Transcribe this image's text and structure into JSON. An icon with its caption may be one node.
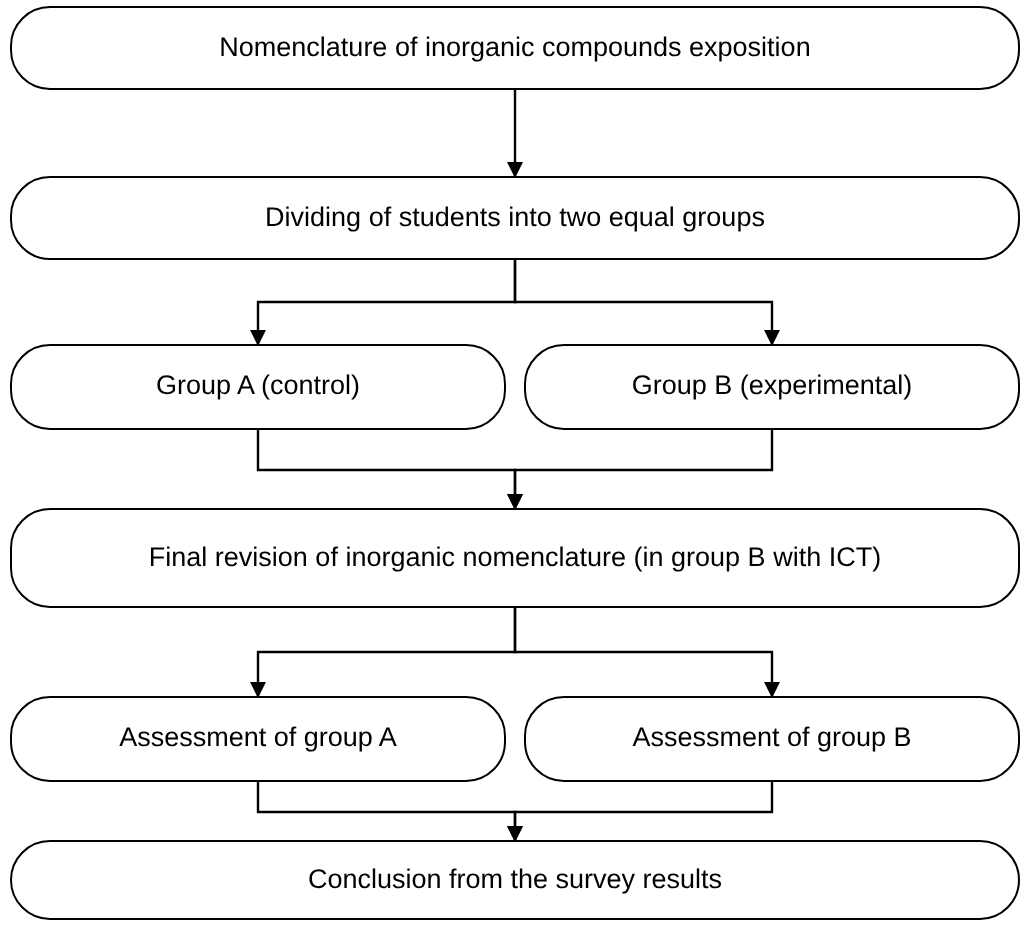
{
  "diagram": {
    "nodes": [
      {
        "text": [
          "Nomenclature of inorganic compounds exposition"
        ]
      },
      {
        "text": [
          "Dividing of students into two equal groups"
        ]
      },
      {
        "text": [
          "Group A (control)"
        ]
      },
      {
        "text": [
          "Group B (experimental)"
        ]
      },
      {
        "text": [
          "Final revision of inorganic nomenclature (in group B with ICT)"
        ]
      },
      {
        "text": [
          "Assessment of group A"
        ]
      },
      {
        "text": [
          "Assessment of group B"
        ]
      },
      {
        "text": [
          "Conclusion from the survey results"
        ]
      }
    ],
    "edges": [
      {
        "from": 0,
        "to": 1,
        "arrow": "to"
      },
      {
        "from": 1,
        "to": 2,
        "arrow": "to"
      },
      {
        "from": 1,
        "to": 3,
        "arrow": "to"
      },
      {
        "from": 2,
        "to": 4,
        "arrow": "to"
      },
      {
        "from": 3,
        "to": 4,
        "arrow": "to"
      },
      {
        "from": 4,
        "to": 5,
        "arrow": "to"
      },
      {
        "from": 4,
        "to": 6,
        "arrow": "to"
      },
      {
        "from": 5,
        "to": 7,
        "arrow": "to"
      },
      {
        "from": 6,
        "to": 7,
        "arrow": "to"
      }
    ]
  }
}
